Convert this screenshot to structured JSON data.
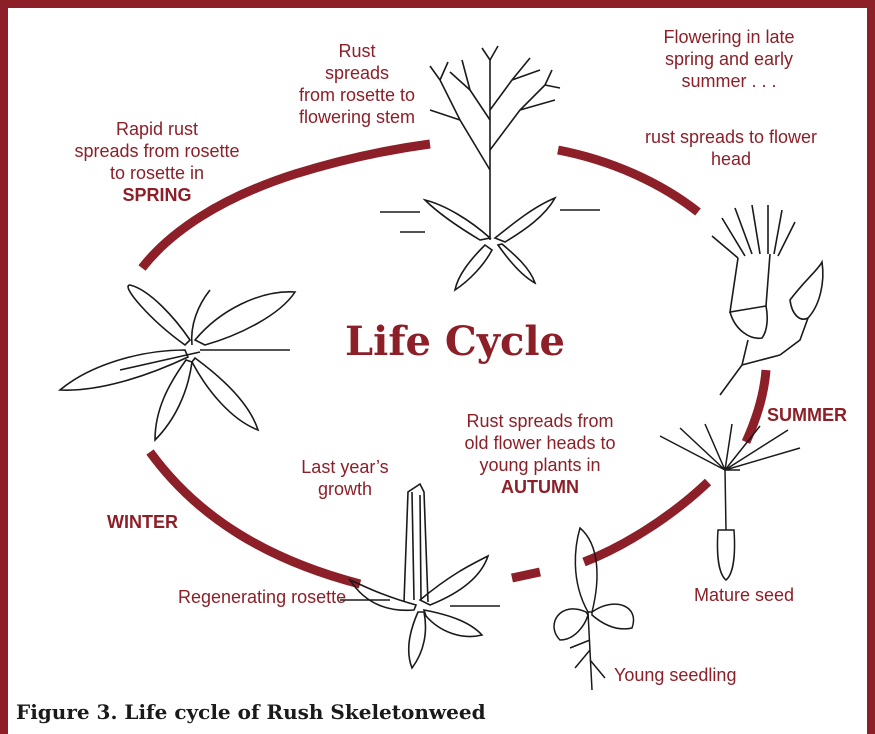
{
  "diagram": {
    "title": "Life Cycle",
    "caption": "Figure 3. Life cycle of Rush Skeletonweed",
    "colors": {
      "accent": "#8c1f28",
      "frame": "#8c1f28",
      "drawing": "#1a1a1a"
    },
    "labels": {
      "stem_line1": "Rust",
      "stem_line2": "spreads",
      "stem_line3": "from rosette to",
      "stem_line4": "flowering stem",
      "flower_line1": "Flowering in late",
      "flower_line2": "spring and early",
      "flower_line3": "summer . . .",
      "head_line1": "rust spreads to flower",
      "head_line2": "head",
      "spring_line1": "Rapid rust",
      "spring_line2": "spreads from rosette",
      "spring_line3": "to rosette in",
      "spring_bold": "SPRING",
      "autumn_line1": "Rust spreads from",
      "autumn_line2": "old flower heads to",
      "autumn_line3": "young plants in",
      "autumn_bold": "AUTUMN",
      "last_line1": "Last year’s",
      "last_line2": "growth",
      "regen": "Regenerating rosette",
      "mature": "Mature seed",
      "seedling": "Young seedling"
    },
    "seasons": {
      "summer": "SUMMER",
      "winter": "WINTER"
    },
    "drawings": [
      "flowering-plant-illustration",
      "flower-head-illustration",
      "rosette-illustration",
      "seed-illustration",
      "seedling-illustration",
      "regenerating-rosette-illustration"
    ]
  }
}
